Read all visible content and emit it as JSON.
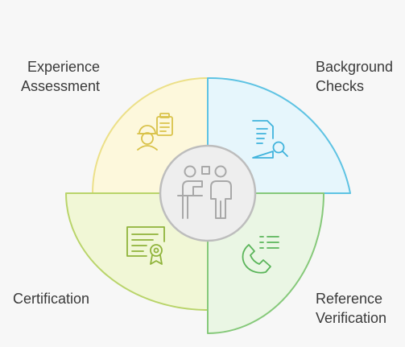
{
  "labels": {
    "experience": [
      "Experience",
      "Assessment"
    ],
    "background": [
      "Background",
      "Checks"
    ],
    "certification": [
      "Certification"
    ],
    "reference": [
      "Reference",
      "Verification"
    ]
  },
  "center_icon": "team-presentation-icon",
  "segments": [
    {
      "name": "experience-assessment",
      "fill": "#fdf8dc",
      "stroke": "#ece089",
      "icon": "worker-checklist-icon",
      "icon_color": "#d9c24a"
    },
    {
      "name": "background-checks",
      "fill": "#e6f6fc",
      "stroke": "#5ec3e3",
      "icon": "document-search-icon",
      "icon_color": "#3fb3dc"
    },
    {
      "name": "certification",
      "fill": "#f1f7d6",
      "stroke": "#b9d46a",
      "icon": "certificate-icon",
      "icon_color": "#8fb33a"
    },
    {
      "name": "reference-verification",
      "fill": "#eaf6e4",
      "stroke": "#86c97a",
      "icon": "phone-list-icon",
      "icon_color": "#5bb55a"
    }
  ],
  "center": {
    "fill": "#eeeeee",
    "stroke": "#bdbdbd",
    "icon_color": "#a8a8a8"
  }
}
